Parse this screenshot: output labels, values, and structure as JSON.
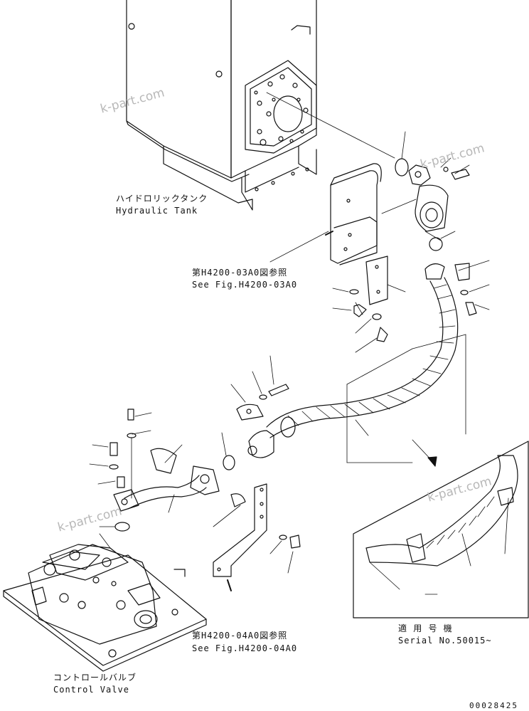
{
  "labels": {
    "tank_jp": "ハイドロリックタンク",
    "tank_en": "Hydraulic Tank",
    "ref1_jp": "第H4200-03A0図参照",
    "ref1_en": "See Fig.H4200-03A0",
    "ref2_jp": "第H4200-04A0図参照",
    "ref2_en": "See Fig.H4200-04A0",
    "serial_jp": "適 用 号 機",
    "serial_en": "Serial No.50015~",
    "valve_jp": "コントロールバルブ",
    "valve_en": "Control Valve"
  },
  "watermarks": [
    "k-part.com",
    "k-part.com",
    "k-part.com",
    "k-part.com"
  ],
  "drawing_number": "00028425"
}
